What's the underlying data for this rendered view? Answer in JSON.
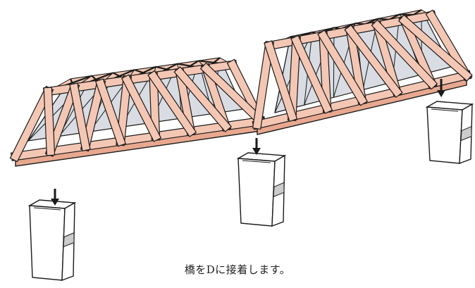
{
  "caption": "橋をDに接着します。",
  "colors": {
    "truss_fill": "#f4c7b4",
    "line": "#1a1a1a",
    "shadow": "#d9dde3",
    "deck_face": "#e8a88f",
    "pier_fill": "#ffffff",
    "pier_stripe": "#cccccc",
    "arrow": "#1a1a1a"
  },
  "diagram": {
    "spans": [
      {
        "name": "bridge-span-left"
      },
      {
        "name": "bridge-span-right"
      }
    ],
    "piers": [
      {
        "name": "pier-left"
      },
      {
        "name": "pier-center"
      },
      {
        "name": "pier-right"
      }
    ],
    "arrows": [
      {
        "name": "down-arrow-left"
      },
      {
        "name": "down-arrow-center"
      },
      {
        "name": "down-arrow-right"
      }
    ]
  }
}
